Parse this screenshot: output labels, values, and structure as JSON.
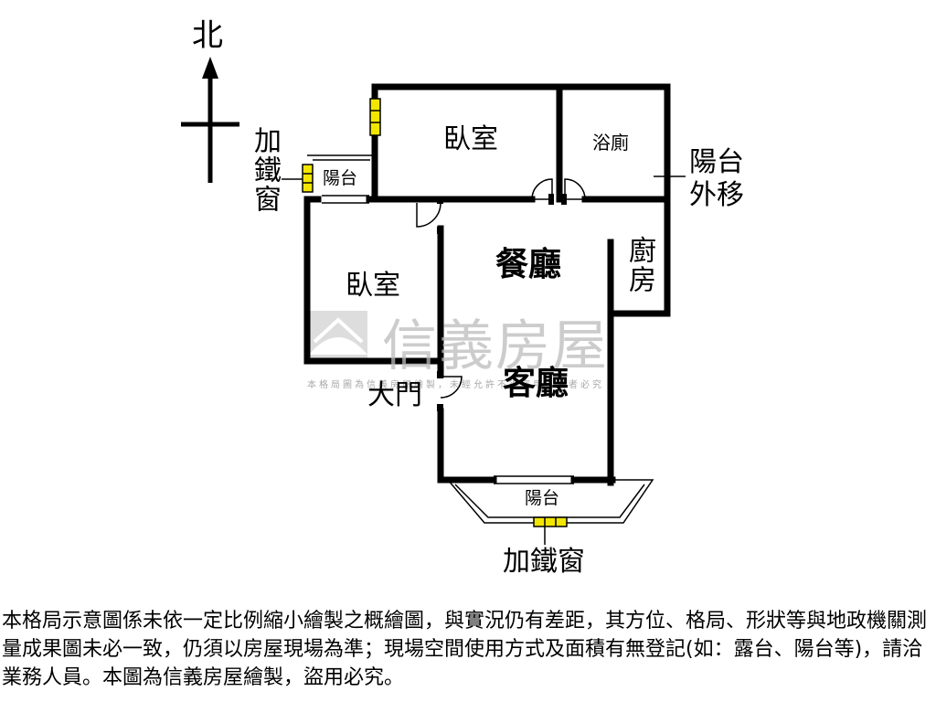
{
  "compass": {
    "north_label": "北"
  },
  "rooms": {
    "bedroom_north": "臥室",
    "bathroom": "浴廁",
    "balcony_small": "陽台",
    "bedroom_west": "臥室",
    "dining": "餐廳",
    "kitchen": "廚房",
    "living": "客廳",
    "balcony_south": "陽台"
  },
  "annotations": {
    "iron_window_left": "加鐵窗",
    "balcony_moved_out": "陽台外移",
    "main_door": "大門",
    "iron_window_bottom": "加鐵窗"
  },
  "watermark": {
    "brand": "信義房屋",
    "notice": "本格局圖為信義房屋繪製，未經允許不得盜用，違者必究"
  },
  "disclaimer": "本格局示意圖係未依一定比例縮小繪製之概繪圖，與實況仍有差距，其方位、格局、形狀等與地政機關測量成果圖未必一致，仍須以房屋現場為準；現場空間使用方式及面積有無登記(如：露台、陽台等)，請洽業務人員。本圖為信義房屋繪製，盜用必究。"
}
